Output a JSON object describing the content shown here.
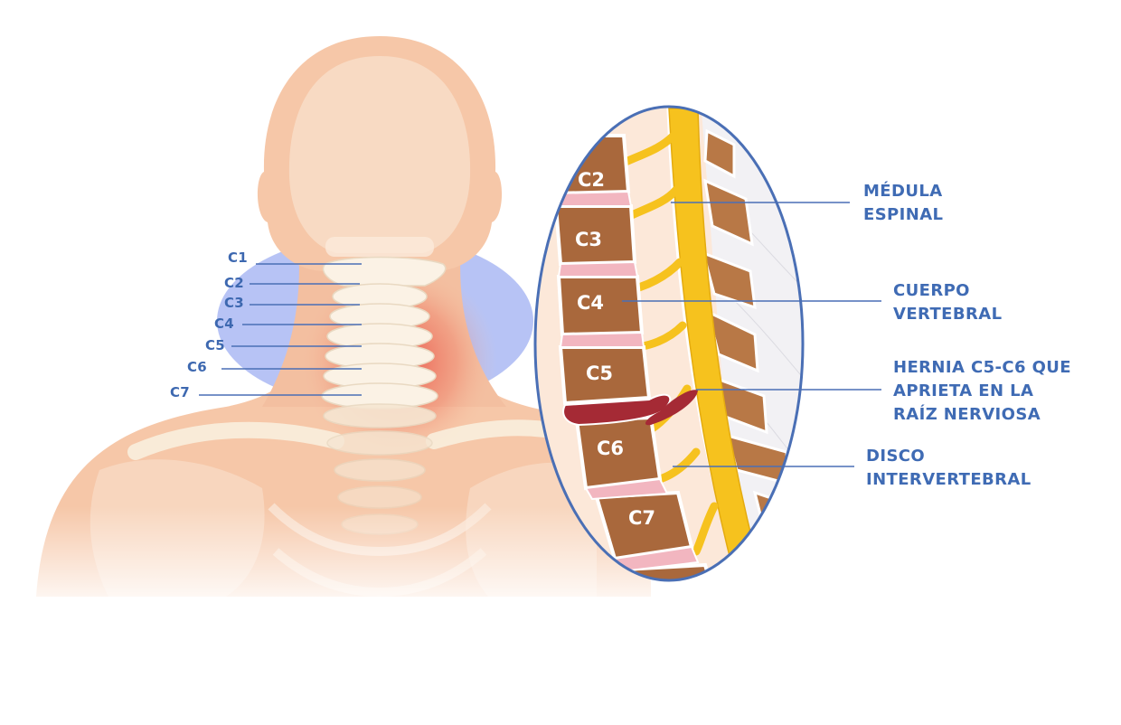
{
  "neck_levels": [
    "C1",
    "C2",
    "C3",
    "C4",
    "C5",
    "C6",
    "C7"
  ],
  "vertebra_labels": [
    "C2",
    "C3",
    "C4",
    "C5",
    "C6",
    "C7"
  ],
  "callouts": {
    "spinal_cord": [
      "MÉDULA",
      "ESPINAL"
    ],
    "vertebral_body": [
      "CUERPO",
      "VERTEBRAL"
    ],
    "hernia": [
      "HERNIA C5-C6 QUE",
      "APRIETA EN LA",
      "RAÍZ NERVIOSA"
    ],
    "disc": [
      "DISCO",
      "INTERVERTEBRAL"
    ]
  },
  "colors": {
    "label_blue": "#3f6bb4",
    "skin": "#f6c7a8",
    "bone": "#f9eedd",
    "vertebral_body": "#a9683c",
    "disc": "#f2b6c0",
    "nerve": "#f6c21e",
    "hernia": "#a52a35",
    "pain_glow": "#e8413b",
    "halo": "#aab8f3"
  }
}
